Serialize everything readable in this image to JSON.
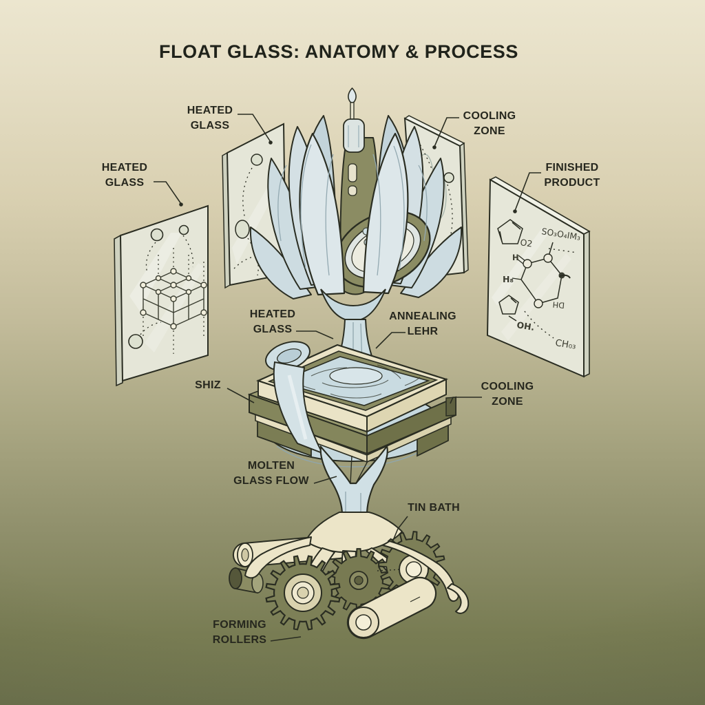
{
  "title": "FLOAT GLASS: ANATOMY & PROCESS",
  "callouts": {
    "heated_glass_left": "HEATED\nGLASS",
    "heated_glass_top": "HEATED\nGLASS",
    "cooling_zone_top": "COOLING\nZONE",
    "finished_product": "FINISHED\nPRODUCT",
    "heated_glass_center": "HEATED\nGLASS",
    "annealing_lehr": "ANNEALING\nLEHR",
    "shiz": "SHIZ",
    "cooling_zone_right": "COOLING\nZONE",
    "molten_glass_flow": "MOLTEN\nGLASS FLOW",
    "tin_bath": "TIN BATH",
    "forming_rollers": "FORMING\nROLLERS"
  },
  "finished_panel_formulas": {
    "so3o4im3": "SO₃O₄IM₃",
    "o2": "O2",
    "h": "H",
    "h8": "H₈",
    "oh": "OH.",
    "dh": "DH",
    "ch03": "CH₀₃"
  },
  "palette": {
    "background_top": "#ece6cf",
    "background_bottom": "#6e734e",
    "ink": "#2a2d22",
    "label_text": "#26271e",
    "glass_blue": "#c7d9df",
    "glass_blue_light": "#d8e5e9",
    "panel_glass": "#e5e6d8",
    "olive": "#8b8c63",
    "olive_dark": "#6f7149",
    "cream": "#eae3c6"
  }
}
